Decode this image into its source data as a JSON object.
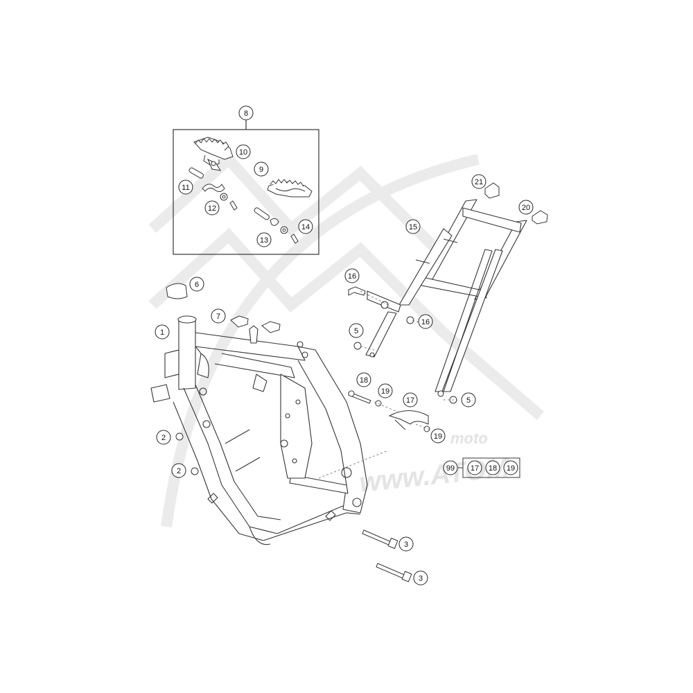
{
  "diagram": {
    "callouts": [
      {
        "label": "1"
      },
      {
        "label": "2"
      },
      {
        "label": "2"
      },
      {
        "label": "3"
      },
      {
        "label": "3"
      },
      {
        "label": "5"
      },
      {
        "label": "5"
      },
      {
        "label": "6"
      },
      {
        "label": "7"
      },
      {
        "label": "8"
      },
      {
        "label": "9"
      },
      {
        "label": "10"
      },
      {
        "label": "11"
      },
      {
        "label": "12"
      },
      {
        "label": "13"
      },
      {
        "label": "14"
      },
      {
        "label": "15"
      },
      {
        "label": "16"
      },
      {
        "label": "16"
      },
      {
        "label": "17"
      },
      {
        "label": "18"
      },
      {
        "label": "19"
      },
      {
        "label": "19"
      },
      {
        "label": "20"
      },
      {
        "label": "21"
      }
    ],
    "kit": {
      "label": "99",
      "items": [
        {
          "label": "17"
        },
        {
          "label": "18"
        },
        {
          "label": "19"
        }
      ]
    }
  },
  "watermark": {
    "line1": "moto",
    "line2": "www.ATOM"
  },
  "colors": {
    "line": "#333333",
    "watermark": "#e6e6e6",
    "background": "#ffffff"
  }
}
